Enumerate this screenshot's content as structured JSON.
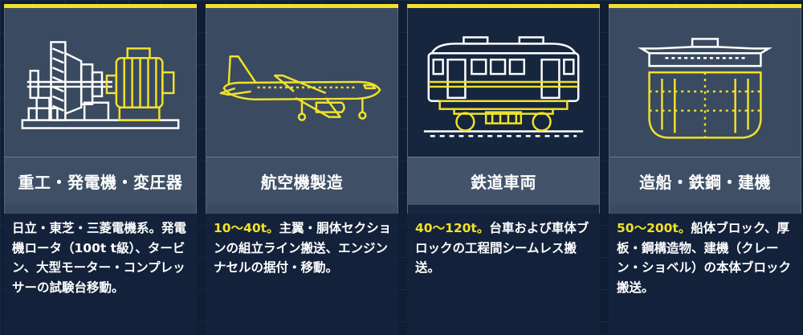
{
  "cards": [
    {
      "title": "重工・発電機・変圧器",
      "icon": "generator-turbine-icon",
      "highlight": "",
      "description": "日立・東芝・三菱電機系。発電機ロータ（100t t級）、タービン、大型モーター・コンプレッサーの試験台移動。"
    },
    {
      "title": "航空機製造",
      "icon": "airplane-icon",
      "highlight": "10〜40t。",
      "description": "主翼・胴体セクションの組立ライン搬送、エンジンナセルの据付・移動。"
    },
    {
      "title": "鉄道車両",
      "icon": "train-car-icon",
      "highlight": "40〜120t。",
      "description": "台車および車体ブロックの工程間シームレス搬送。"
    },
    {
      "title": "造船・鉄鋼・建機",
      "icon": "ship-hull-block-icon",
      "highlight": "50〜200t。",
      "description": "船体ブロック、厚板・鋼構造物、建機（クレーン・ショベル）の本体ブロック搬送。"
    }
  ],
  "colors": {
    "accent": "#f0e12a",
    "background": "#0f1e35",
    "panel": "#3a4a60"
  }
}
